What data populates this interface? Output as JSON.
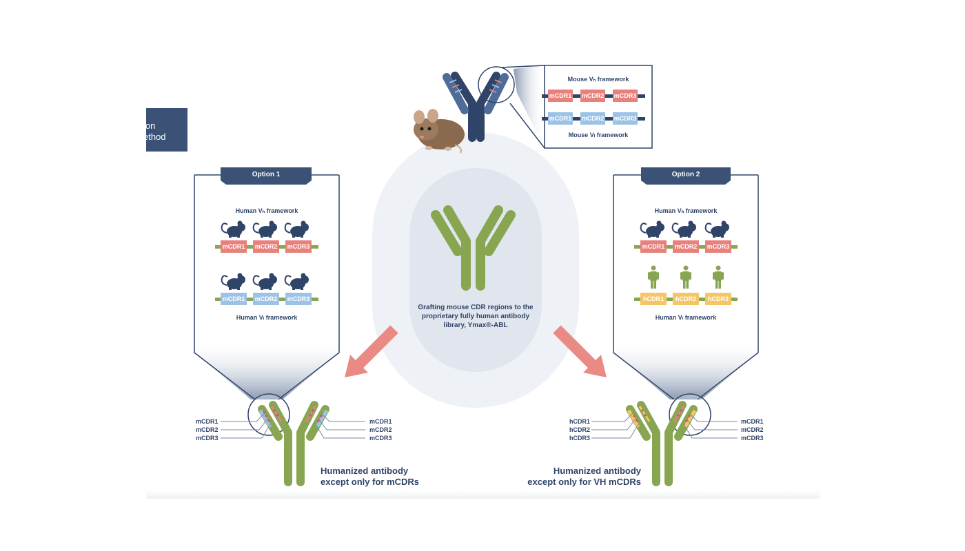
{
  "corner_title": {
    "line1": "ion",
    "line2": "ethod"
  },
  "center": {
    "caption": [
      "Grafting mouse CDR regions to the",
      "proprietary fully human antibody",
      "library, Ymax®-ABL"
    ]
  },
  "mouse_callout": {
    "vh_label": "Mouse Vₕ framework",
    "vl_label": "Mouse Vₗ framework",
    "row1": [
      "mCDR1",
      "mCDR2",
      "mCDR3"
    ],
    "row2": [
      "mCDR1",
      "mCDR2",
      "mCDR3"
    ]
  },
  "option1": {
    "tab": "Option 1",
    "vh_label": "Human Vₕ framework",
    "vl_label": "Human Vₗ framework",
    "row1": [
      "mCDR1",
      "mCDR2",
      "mCDR3"
    ],
    "row2": [
      "mCDR1",
      "mCDR2",
      "mCDR3"
    ],
    "left_labels": [
      "mCDR1",
      "mCDR2",
      "mCDR3"
    ],
    "right_labels": [
      "mCDR1",
      "mCDR2",
      "mCDR3"
    ],
    "result": [
      "Humanized antibody",
      "except only for mCDRs"
    ]
  },
  "option2": {
    "tab": "Option 2",
    "vh_label": "Human Vₕ framework",
    "vl_label": "Human Vₗ framework",
    "row1": [
      "mCDR1",
      "mCDR2",
      "mCDR3"
    ],
    "row2": [
      "hCDR1",
      "hCDR2",
      "hCDR3"
    ],
    "left_labels": [
      "hCDR1",
      "hCDR2",
      "hCDR3"
    ],
    "right_labels": [
      "mCDR1",
      "mCDR2",
      "mCDR3"
    ],
    "result": [
      "Humanized antibody",
      "except only for VH mCDRs"
    ]
  },
  "colors": {
    "navy": "#2f4468",
    "mouse_red": "#e8807b",
    "light_blue": "#9cc3e6",
    "human_yellow": "#f6c565",
    "antibody_green": "#88a652",
    "arrow_salmon": "#ea8a84",
    "panel_gray": "#e7ebf0"
  }
}
